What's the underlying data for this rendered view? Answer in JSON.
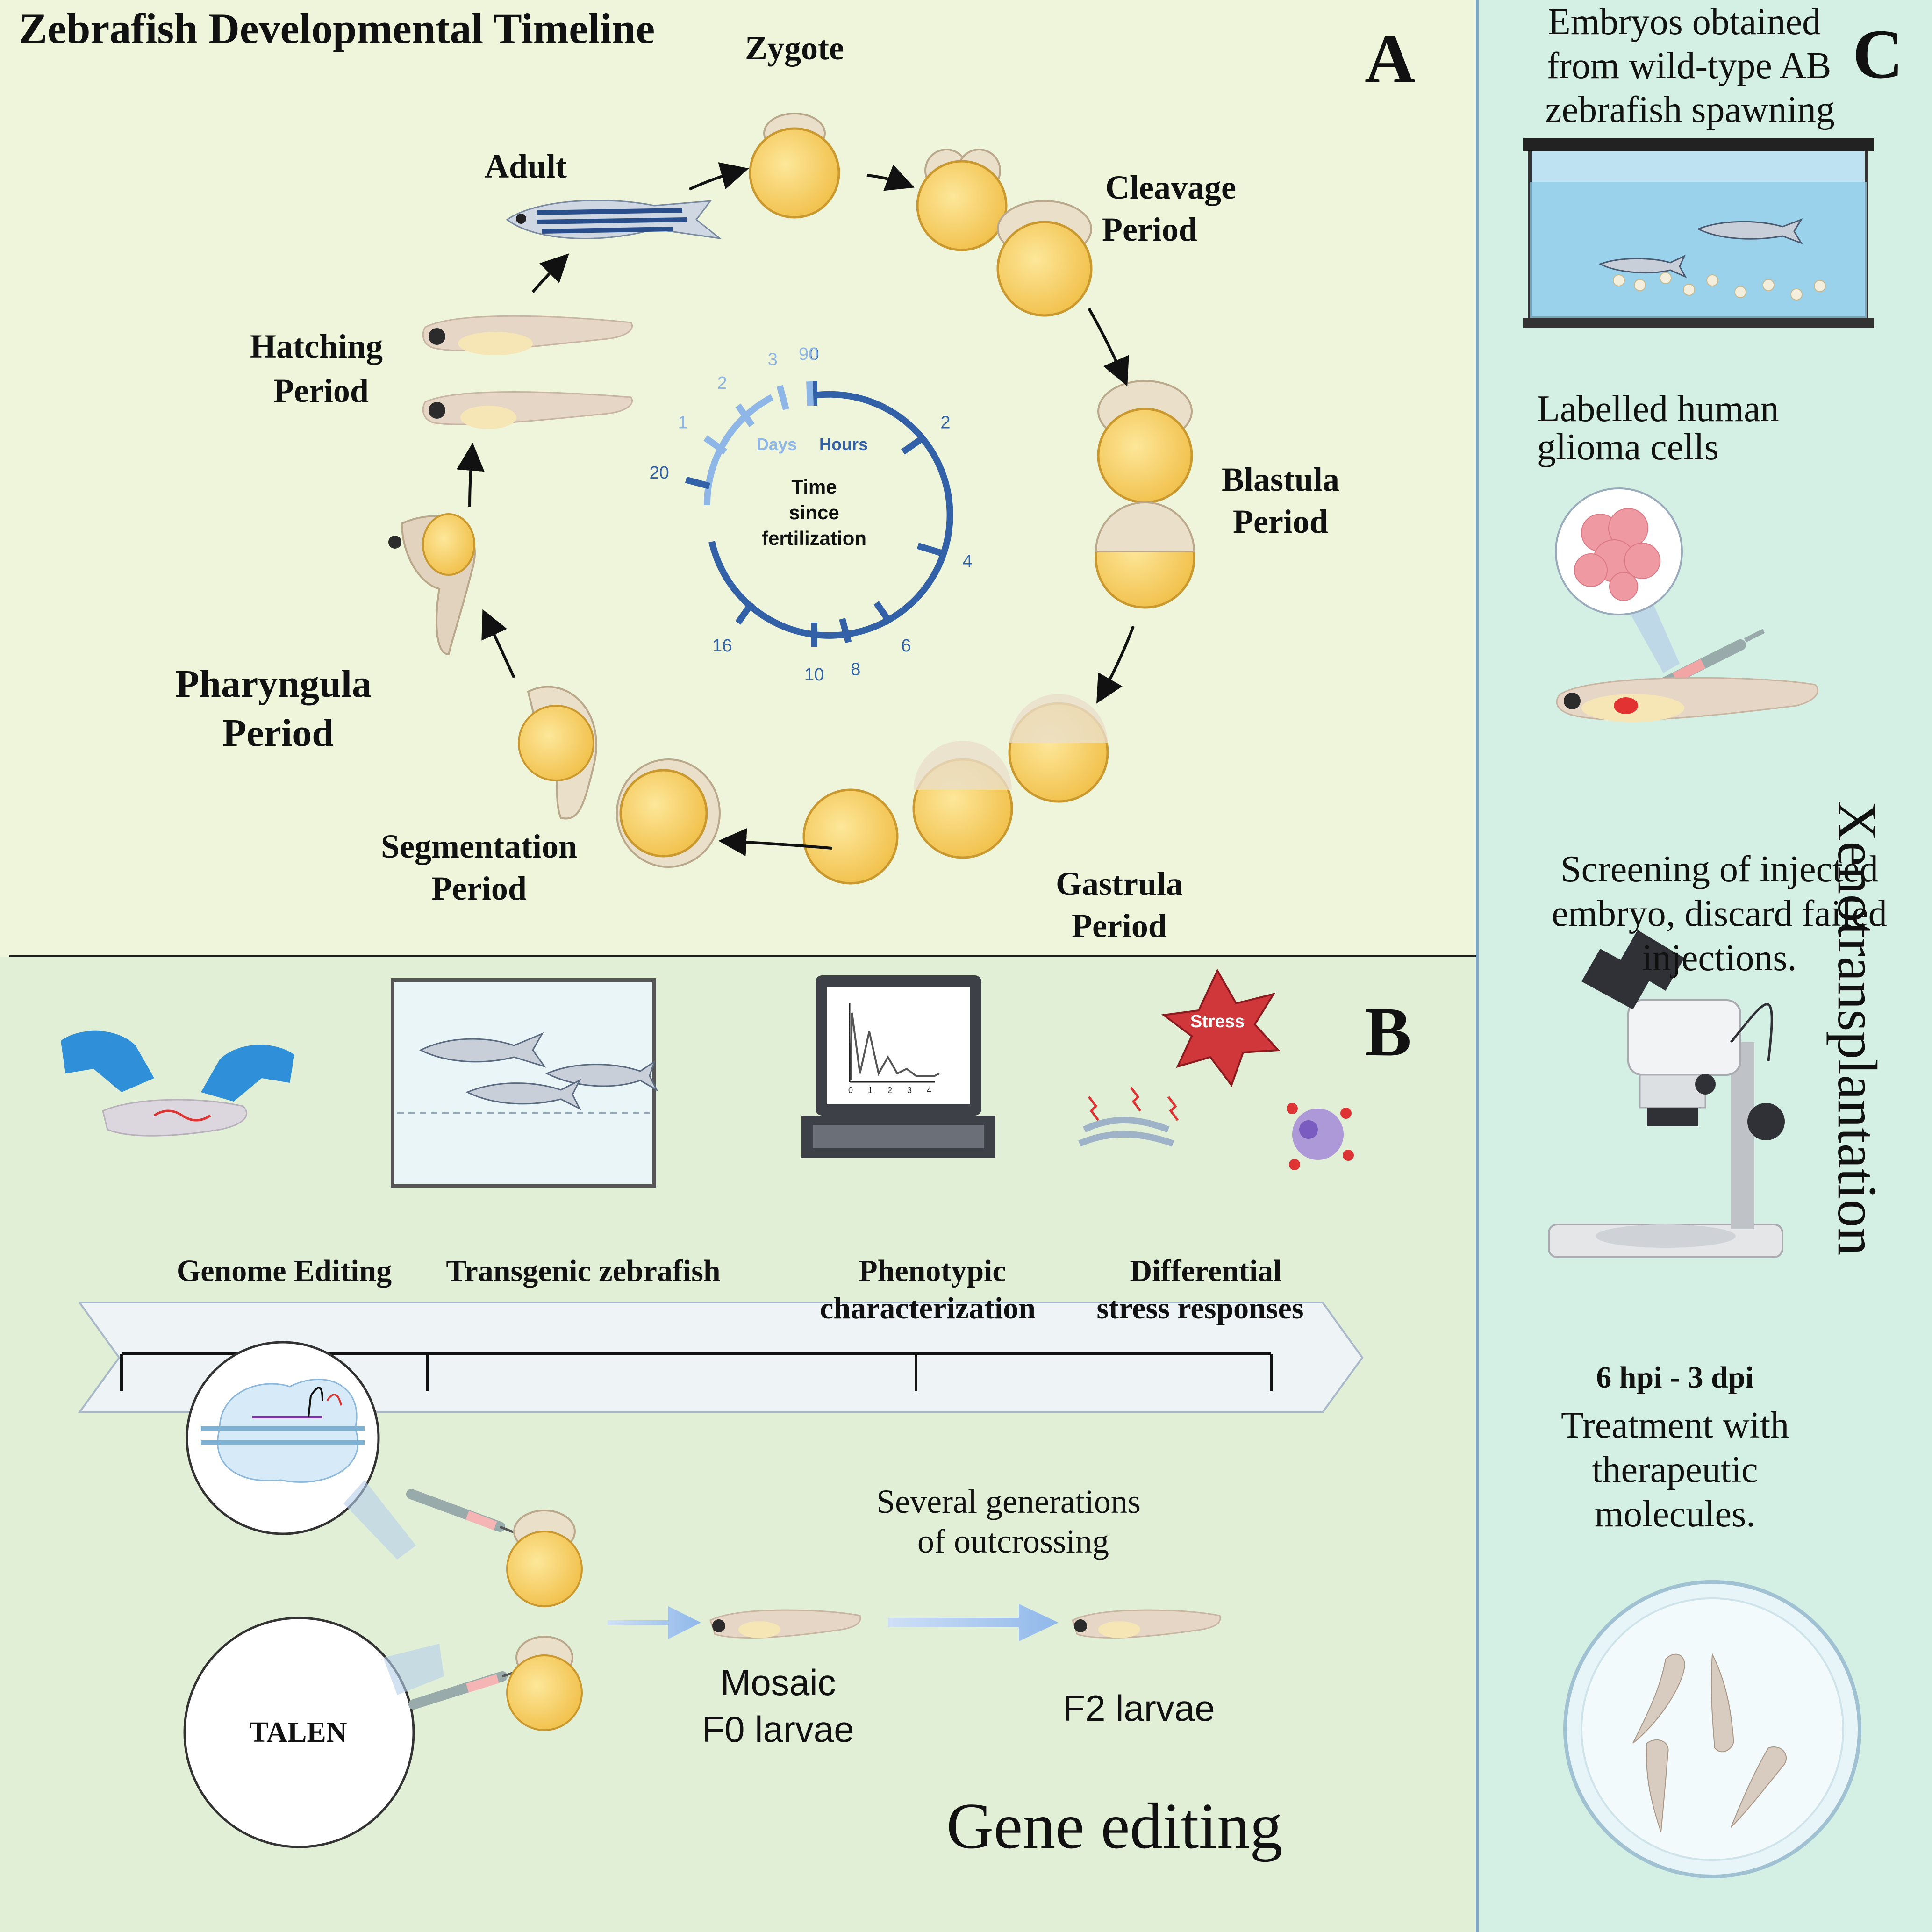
{
  "panel_a": {
    "title": "Zebrafish Developmental Timeline",
    "letter": "A",
    "stages": {
      "zygote": "Zygote",
      "cleavage_1": "Cleavage",
      "cleavage_2": "Period",
      "blastula_1": "Blastula",
      "blastula_2": "Period",
      "gastrula_1": "Gastrula",
      "gastrula_2": "Period",
      "segmentation_1": "Segmentation",
      "segmentation_2": "Period",
      "pharyngula_1": "Pharyngula",
      "pharyngula_2": "Period",
      "hatching_1": "Hatching",
      "hatching_2": "Period",
      "adult": "Adult"
    },
    "clock": {
      "days_label": "Days",
      "hours_label": "Hours",
      "center_1": "Time",
      "center_2": "since",
      "center_3": "fertilization",
      "hour_ticks": [
        "0",
        "2",
        "4",
        "6",
        "8",
        "10",
        "16",
        "20"
      ],
      "day_ticks": [
        "1",
        "2",
        "3",
        "90"
      ]
    }
  },
  "panel_b": {
    "letter": "B",
    "stress_badge": "Stress",
    "steps": [
      "Genome Editing",
      "Transgenic zebrafish",
      "Phenotypic",
      "characterization",
      "Differential",
      "stress responses"
    ],
    "talen": "TALEN",
    "outcross_1": "Several generations",
    "outcross_2": "of outcrossing",
    "mosaic_1": "Mosaic",
    "mosaic_2": "F0 larvae",
    "f2": "F2 larvae",
    "caption": "Gene editing",
    "graph_ticks": [
      "0",
      "1",
      "2",
      "3",
      "4"
    ]
  },
  "panel_c": {
    "letter": "C",
    "embryos_1": "Embryos obtained",
    "embryos_2": "from wild-type AB",
    "embryos_3": "zebrafish spawning",
    "cells_1": "Labelled human",
    "cells_2": "glioma cells",
    "screen_1": "Screening of injected",
    "screen_2": "embryo, discard failed",
    "screen_3": "injections.",
    "time": "6 hpi - 3 dpi",
    "treat_1": "Treatment with",
    "treat_2": "therapeutic",
    "treat_3": "molecules.",
    "vertical": "Xenotransplantation"
  }
}
